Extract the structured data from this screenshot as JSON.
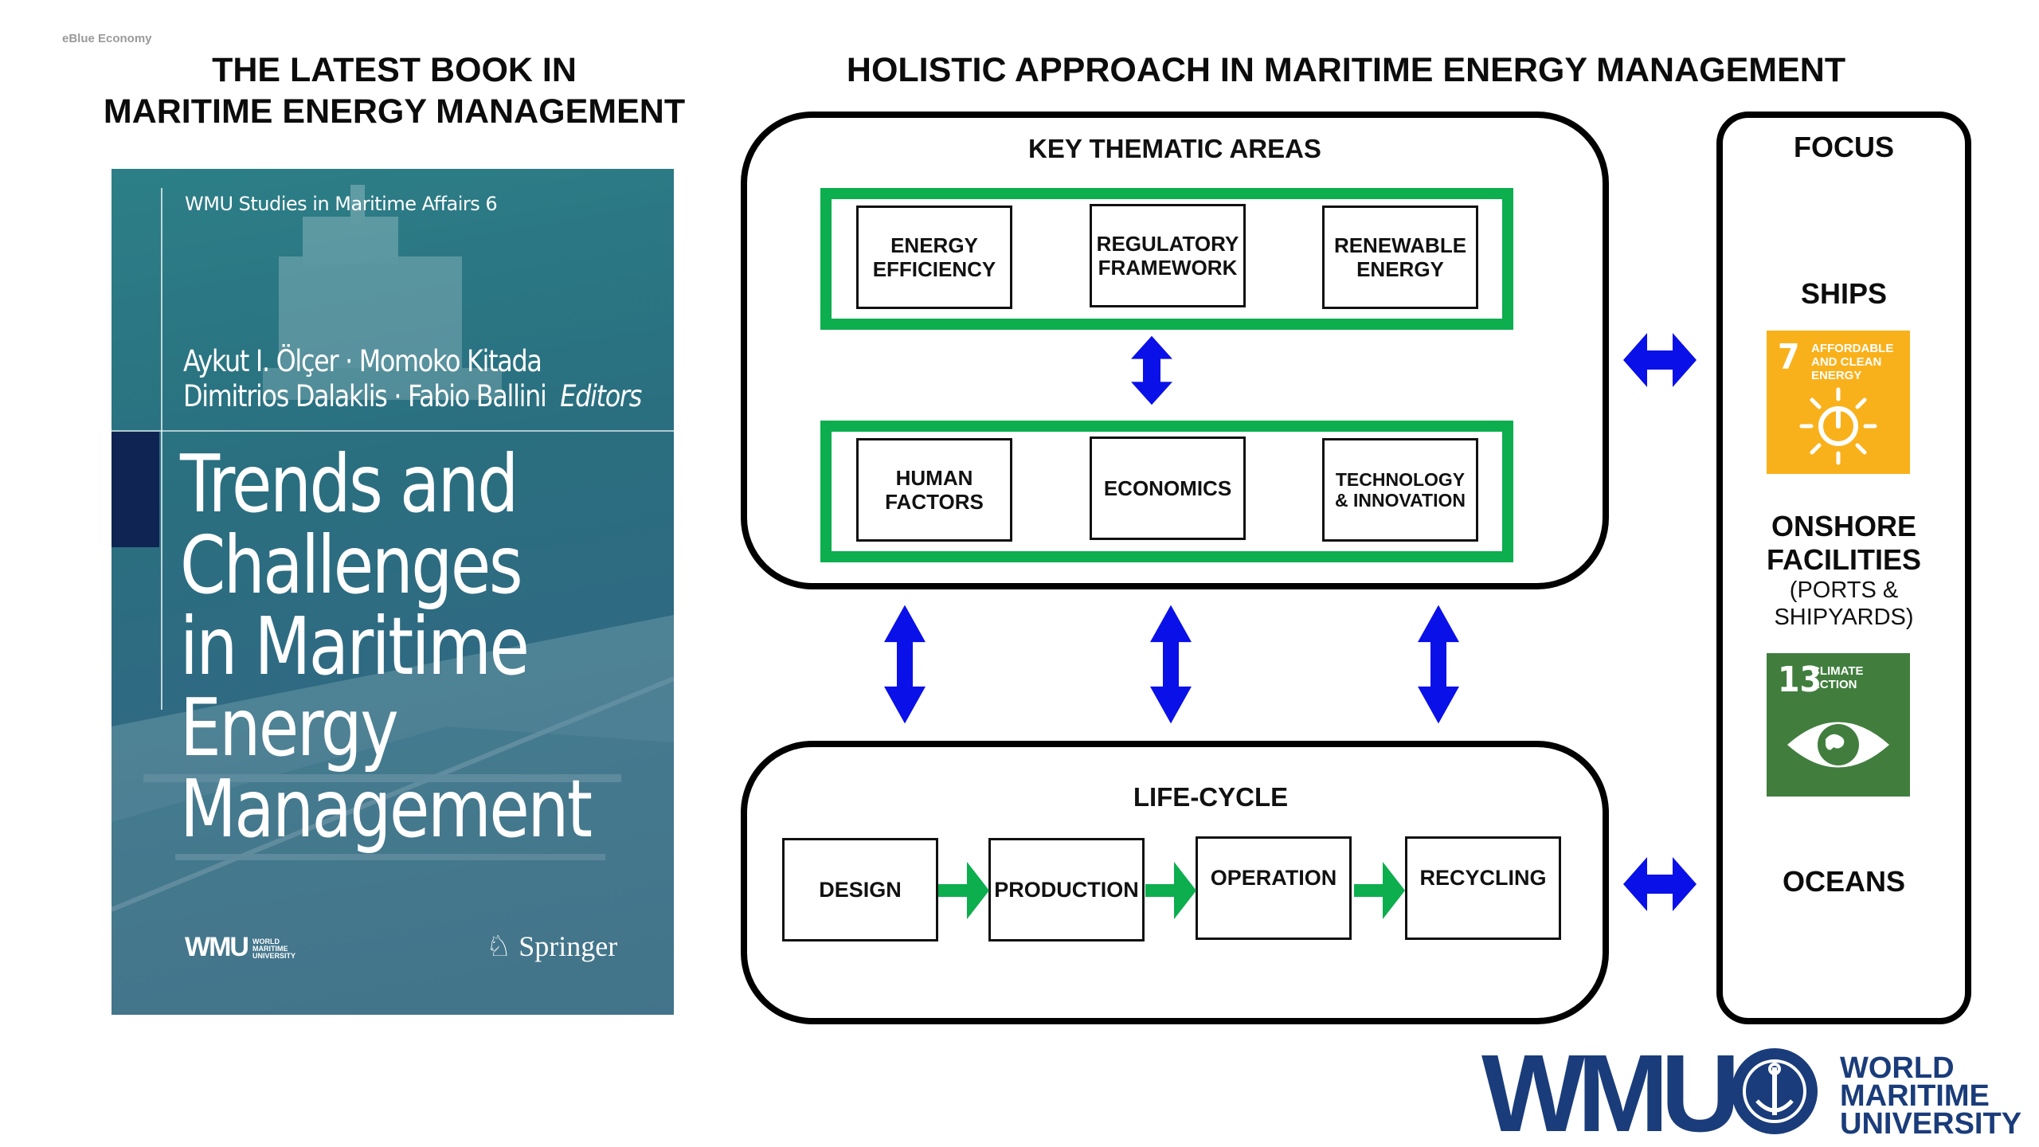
{
  "watermark": "eBlue Economy",
  "left_heading": {
    "line1": "THE LATEST BOOK IN",
    "line2": "MARITIME ENERGY MANAGEMENT"
  },
  "right_heading": "HOLISTIC APPROACH IN MARITIME ENERGY MANAGEMENT",
  "book": {
    "series": "WMU Studies in Maritime Affairs   6",
    "authors_line1": "Aykut I. Ölçer · Momoko Kitada",
    "authors_line2": "Dimitrios Dalaklis · Fabio Ballini",
    "editors": "Editors",
    "title_lines": [
      "Trends and",
      "Challenges",
      "in Maritime",
      "Energy",
      "Management"
    ],
    "publisher_logo": "WMU",
    "publisher_logo_small": "WORLD MARITIME UNIVERSITY",
    "publisher": "Springer"
  },
  "key_thematic": {
    "title": "KEY THEMATIC AREAS",
    "row1": [
      "ENERGY\nEFFICIENCY",
      "REGULATORY\nFRAMEWORK",
      "RENEWABLE\nENERGY"
    ],
    "row2": [
      "HUMAN\nFACTORS",
      "ECONOMICS",
      "TECHNOLOGY\n& INNOVATION"
    ]
  },
  "life_cycle": {
    "title": "LIFE-CYCLE",
    "stages": [
      "DESIGN",
      "PRODUCTION",
      "OPERATION",
      "RECYCLING"
    ]
  },
  "focus": {
    "title": "FOCUS",
    "ships": "SHIPS",
    "onshore_line1": "ONSHORE",
    "onshore_line2": "FACILITIES",
    "onshore_sub1": "(PORTS &",
    "onshore_sub2": "SHIPYARDS)",
    "oceans": "OCEANS",
    "sdg7": {
      "num": "7",
      "label": "AFFORDABLE AND CLEAN ENERGY",
      "color": "#f9b11b"
    },
    "sdg13": {
      "num": "13",
      "label": "CLIMATE ACTION",
      "color": "#417e3e"
    }
  },
  "footer_logo": {
    "mark": "WMU",
    "line1": "WORLD",
    "line2": "MARITIME",
    "line3": "UNIVERSITY"
  },
  "colors": {
    "arrow_blue": "#0a10e8",
    "arrow_green": "#0cae4e",
    "green_frame": "#0cae4e",
    "logo_blue": "#1a3c7a"
  }
}
